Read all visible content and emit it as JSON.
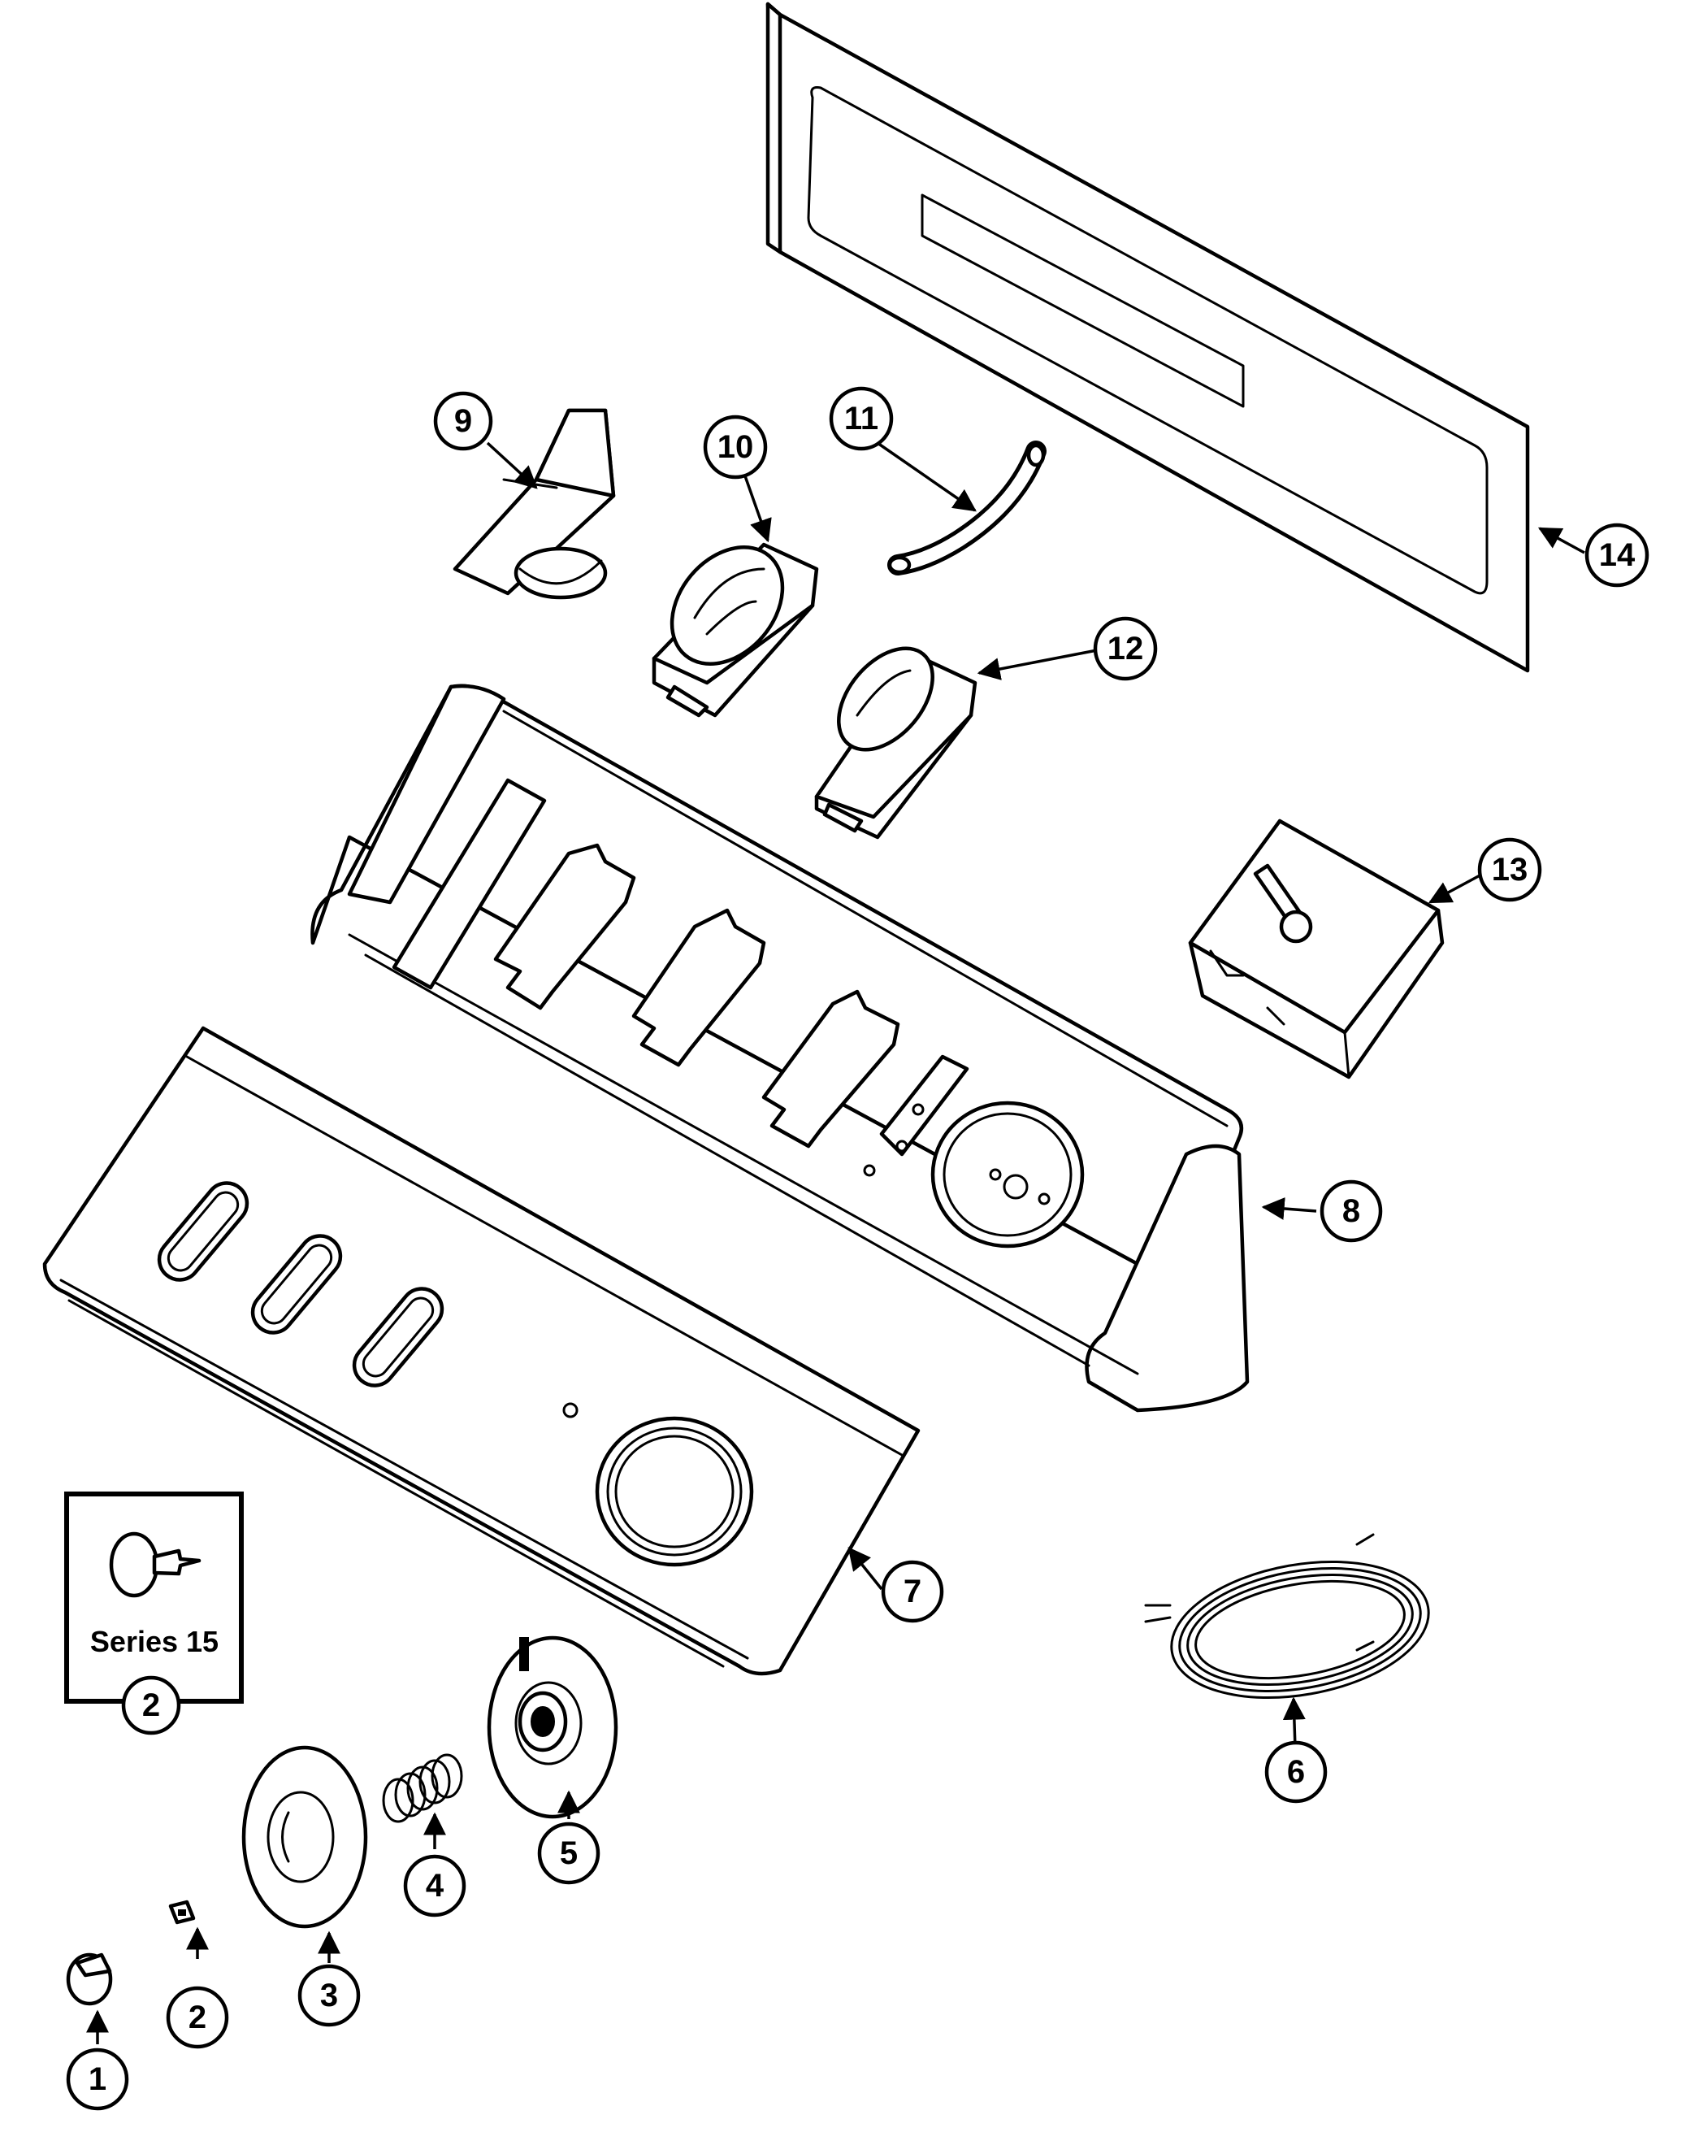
{
  "callouts": {
    "c1": "1",
    "c2a": "2",
    "c2b": "2",
    "c3": "3",
    "c4": "4",
    "c5": "5",
    "c6": "6",
    "c7": "7",
    "c8": "8",
    "c9": "9",
    "c10": "10",
    "c11": "11",
    "c12": "12",
    "c13": "13",
    "c14": "14"
  },
  "inset": {
    "label": "Series 15"
  }
}
